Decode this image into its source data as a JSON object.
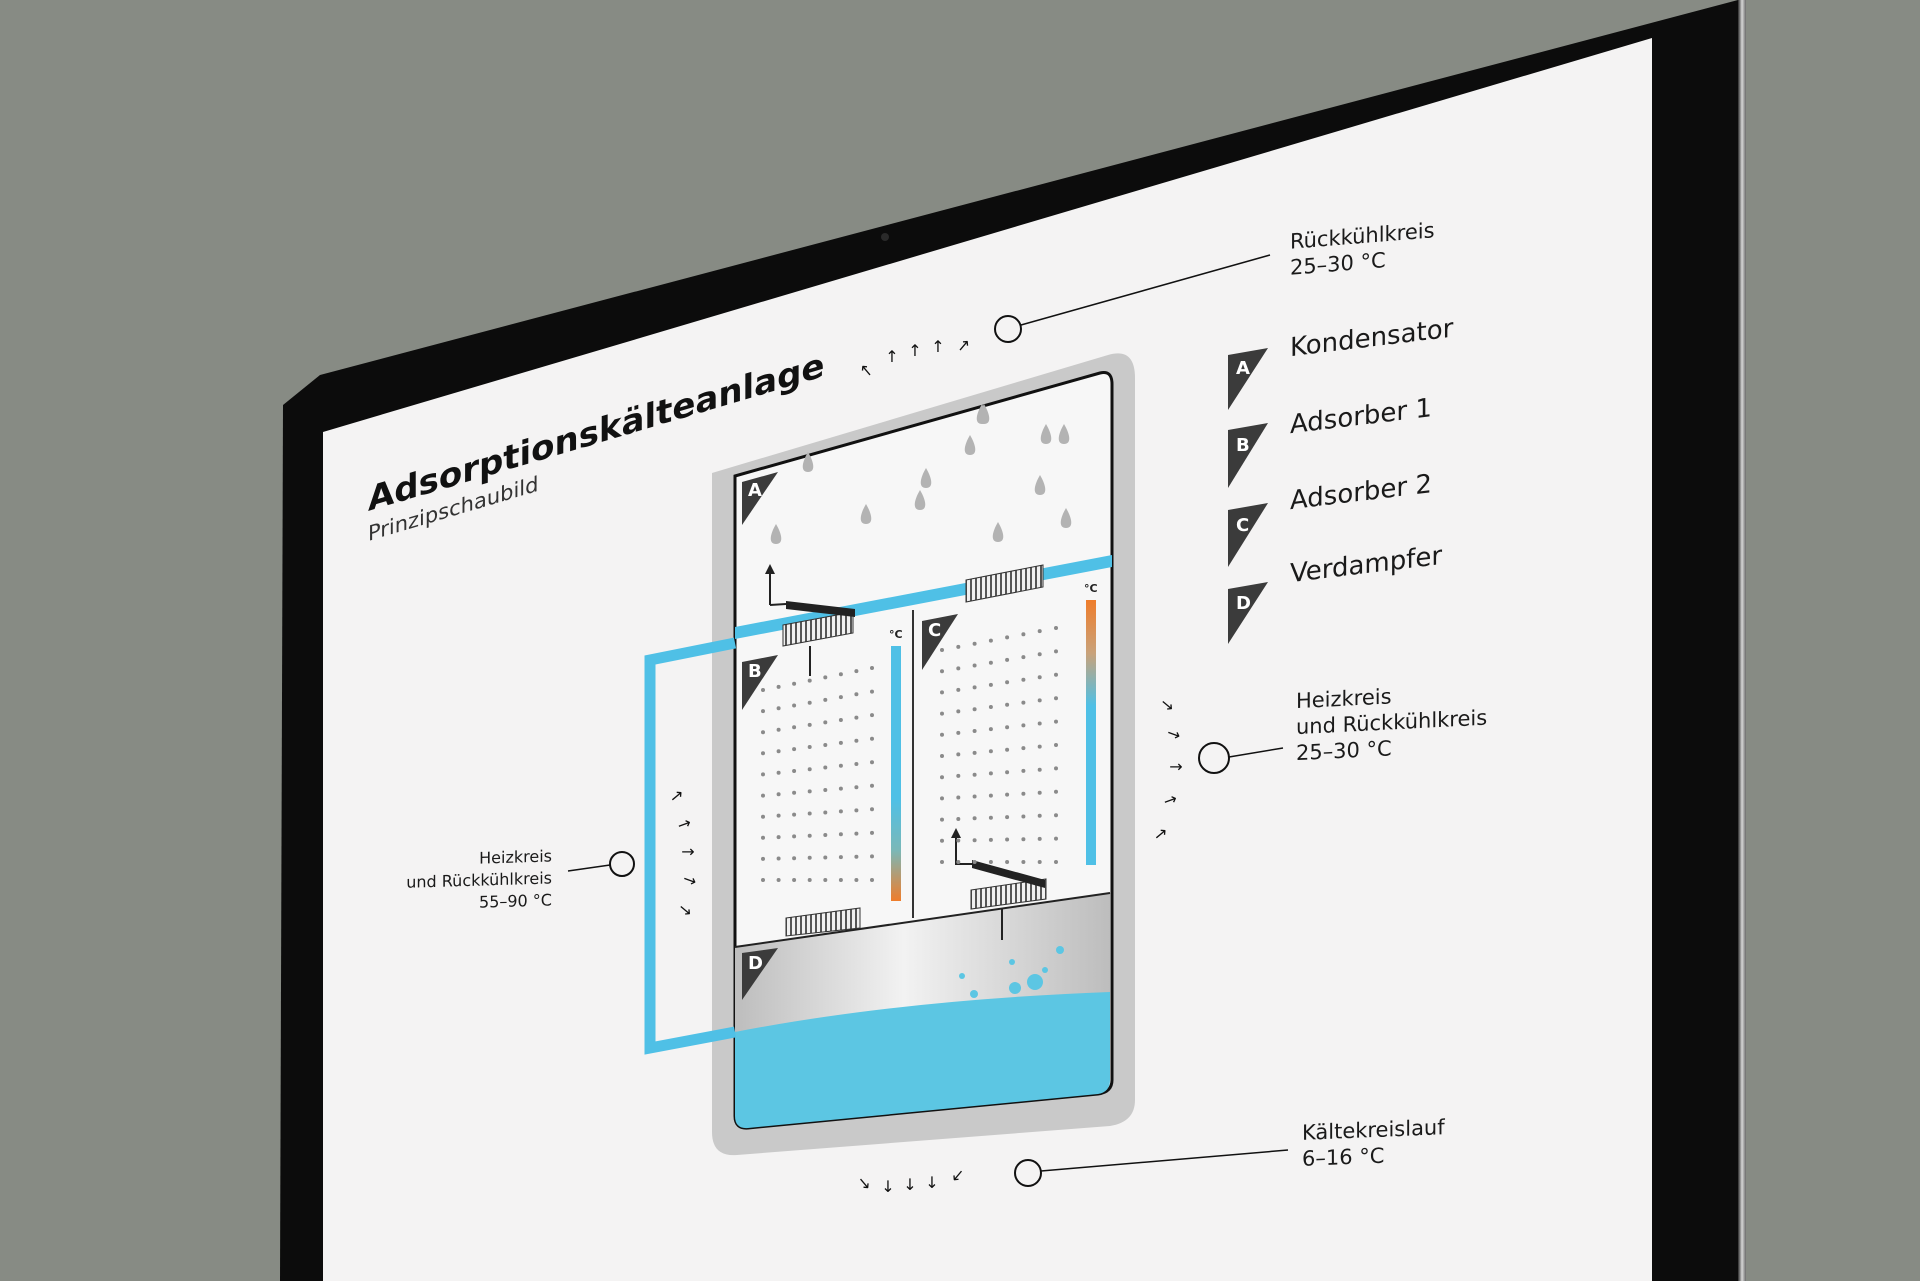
{
  "header": {
    "title": "Adsorptionskälteanlage",
    "subtitle": "Prinzipschaubild"
  },
  "legend": [
    {
      "letter": "A",
      "label": "Kondensator"
    },
    {
      "letter": "B",
      "label": "Adsorber 1"
    },
    {
      "letter": "C",
      "label": "Adsorber 2"
    },
    {
      "letter": "D",
      "label": "Verdampfer"
    }
  ],
  "circuits": {
    "top": {
      "name": "Rückkühlkreis",
      "temp": "25–30 °C"
    },
    "right": {
      "line1": "Heizkreis",
      "line2": "und Rückkühlkreis",
      "temp": "25–30 °C"
    },
    "left": {
      "line1": "Heizkreis",
      "line2": "und Rückkühlkreis",
      "temp": "55–90 °C"
    },
    "bottom": {
      "name": "Kältekreislauf",
      "temp": "6–16 °C"
    }
  },
  "thermometer_unit": "°C",
  "colors": {
    "background": "#878b84",
    "bezel": "#0c0c0c",
    "screen": "#f4f3f3",
    "pipe_blue": "#4fc0e6",
    "water": "#5cc6e3",
    "vessel_gray": "#c9c9c9",
    "warm": "#ef7d2b",
    "marker": "#3b3b3b"
  }
}
